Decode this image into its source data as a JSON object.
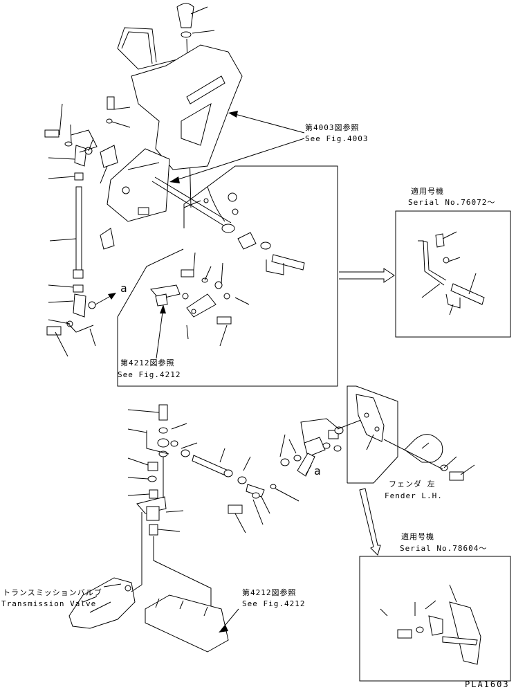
{
  "references": {
    "fig4003_jp": "第4003図参照",
    "fig4003_en": "See Fig.4003",
    "fig4212_upper_jp": "第4212図参照",
    "fig4212_upper_en": "See Fig.4212",
    "fig4212_lower_jp": "第4212図参照",
    "fig4212_lower_en": "See Fig.4212"
  },
  "serial_boxes": {
    "upper_jp": "適用号機",
    "upper_en": "Serial No.76072～",
    "lower_jp": "適用号機",
    "lower_en": "Serial No.78604～"
  },
  "parts": {
    "fender_jp": "フェンダ 左",
    "fender_en": "Fender L.H.",
    "transmission_jp": "トランスミッションバルブ",
    "transmission_en": "Transmission Valve"
  },
  "connection_marks": {
    "upper": "a",
    "lower": "a"
  },
  "drawing_code": "PLA1603"
}
